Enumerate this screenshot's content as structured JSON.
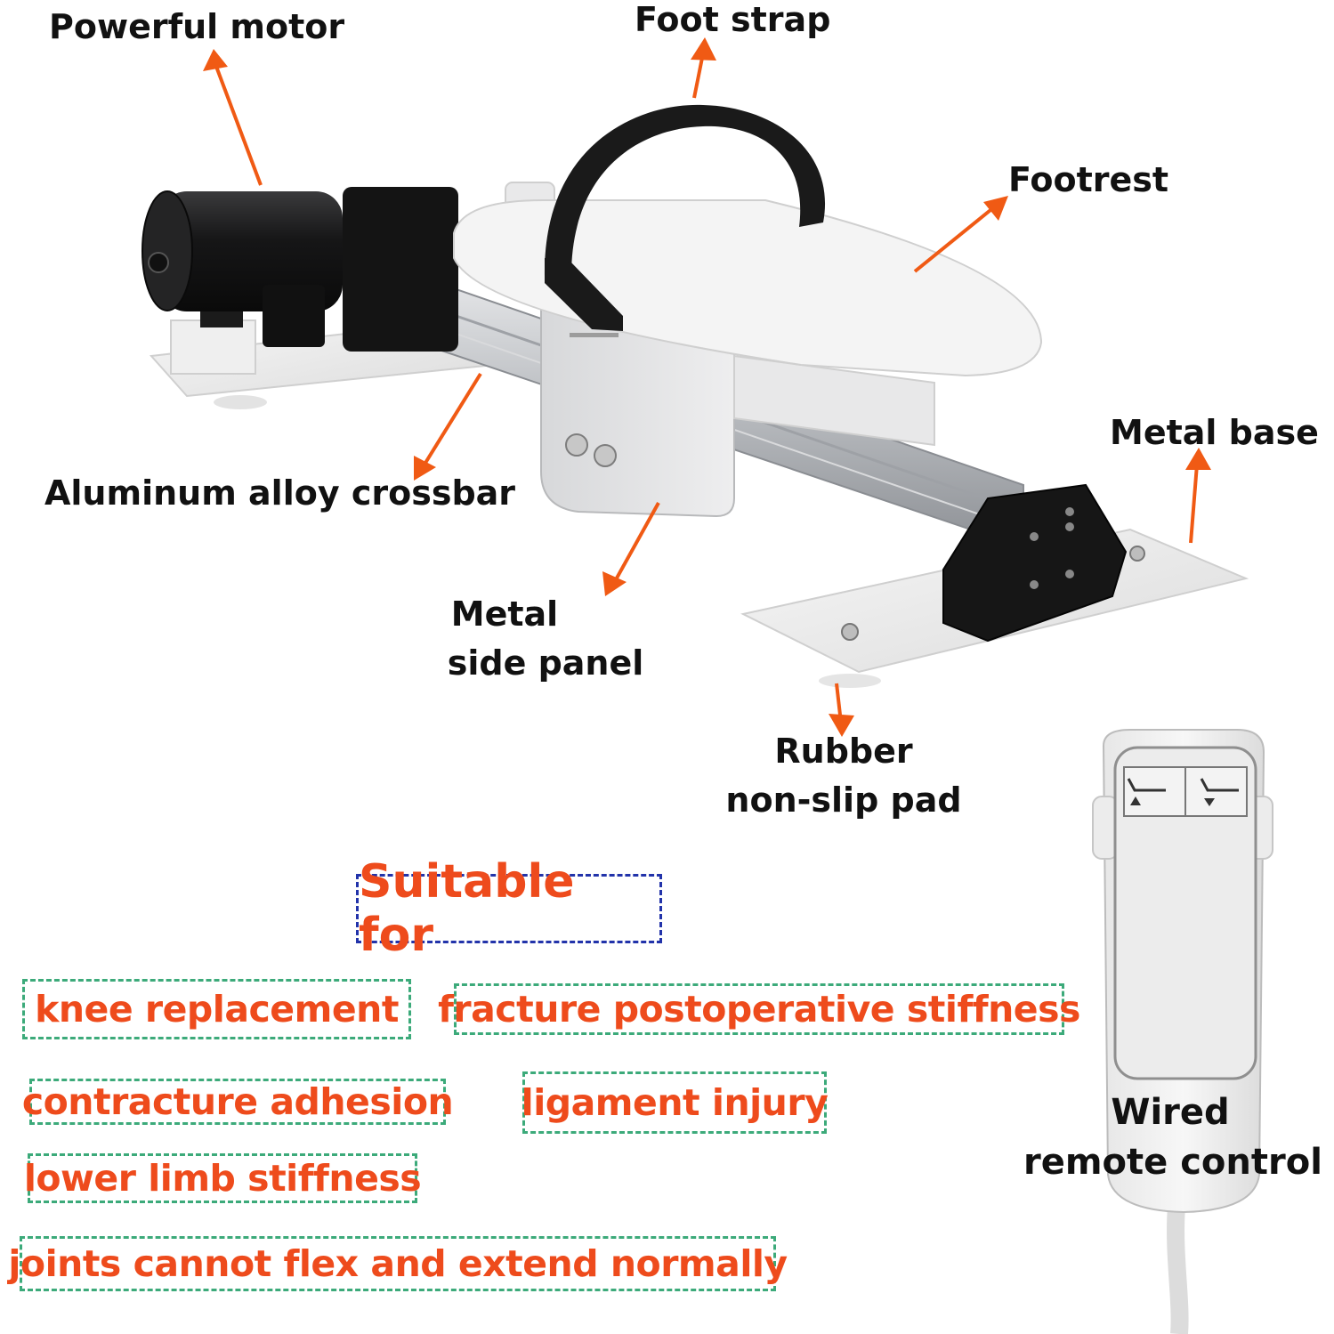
{
  "labels": {
    "motor": "Powerful motor",
    "strap": "Foot strap",
    "footrest": "Footrest",
    "crossbar": "Aluminum alloy crossbar",
    "base": "Metal base",
    "side_panel_1": "Metal",
    "side_panel_2": "side panel",
    "pad_1": "Rubber",
    "pad_2": "non-slip pad"
  },
  "suitable_title": "Suitable for",
  "conditions": [
    "knee replacement",
    "fracture postoperative stiffness",
    "contracture adhesion",
    "ligament injury",
    "lower limb stiffness",
    "joints cannot flex and extend normally"
  ],
  "remote": {
    "line1": "Wired",
    "line2": "remote control",
    "buttons": [
      "recline-up-icon",
      "recline-down-icon"
    ]
  },
  "colors": {
    "arrow": "#f05a14",
    "condition_text": "#ee4b1c",
    "title_border": "#2233aa",
    "condition_border": "#3caa7a"
  }
}
